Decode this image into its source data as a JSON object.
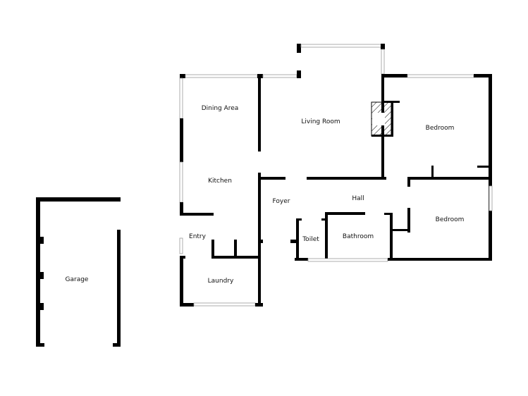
{
  "rooms": [
    {
      "key": "dining",
      "label": "Dining Area"
    },
    {
      "key": "living",
      "label": "Living Room"
    },
    {
      "key": "bedroom1",
      "label": "Bedroom"
    },
    {
      "key": "kitchen",
      "label": "Kitchen"
    },
    {
      "key": "foyer",
      "label": "Foyer"
    },
    {
      "key": "hall",
      "label": "Hall"
    },
    {
      "key": "bedroom2",
      "label": "Bedroom"
    },
    {
      "key": "entry",
      "label": "Entry"
    },
    {
      "key": "toilet",
      "label": "Toilet"
    },
    {
      "key": "bathroom",
      "label": "Bathroom"
    },
    {
      "key": "laundry",
      "label": "Laundry"
    },
    {
      "key": "garage",
      "label": "Garage"
    }
  ],
  "colors": {
    "wall": "#000000",
    "background": "#ffffff",
    "window": "#999999"
  }
}
